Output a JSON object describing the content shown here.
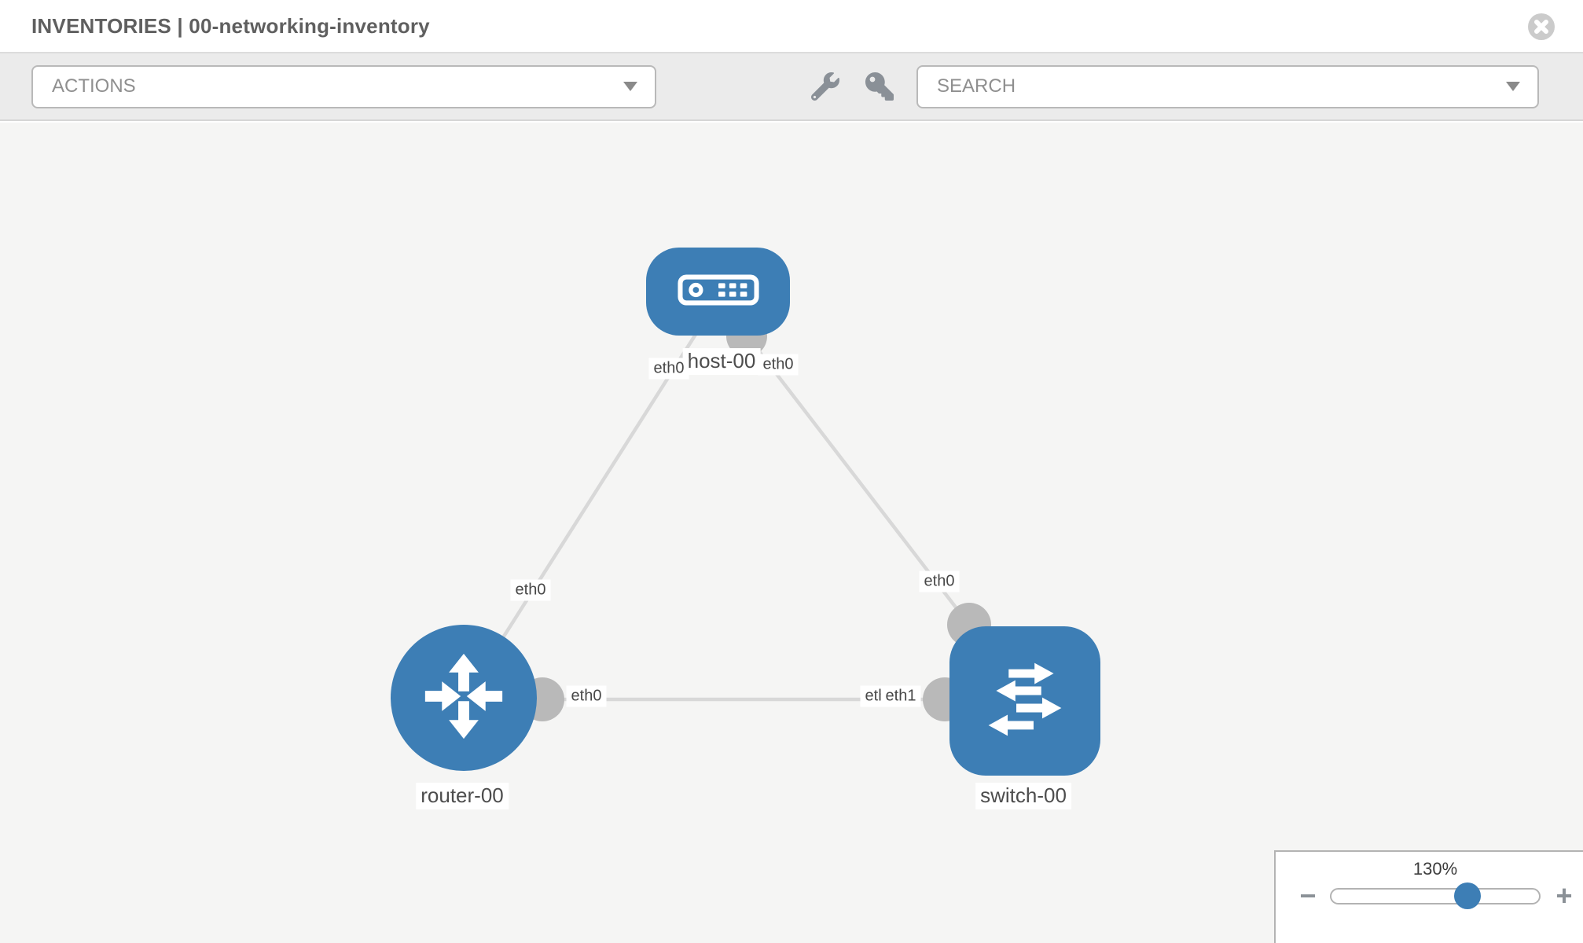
{
  "header": {
    "title": "INVENTORIES | 00-networking-inventory"
  },
  "toolbar": {
    "actions_label": "ACTIONS",
    "search_label": "SEARCH"
  },
  "topology": {
    "nodes": [
      {
        "label": "host-00",
        "type": "host"
      },
      {
        "label": "router-00",
        "type": "router"
      },
      {
        "label": "switch-00",
        "type": "switch"
      }
    ],
    "links": [
      {
        "source": "router-00",
        "source_interface": "eth0",
        "target": "host-00",
        "target_interface": "eth0"
      },
      {
        "source": "host-00",
        "source_interface": "eth0",
        "target": "switch-00",
        "target_interface": "eth0"
      },
      {
        "source": "router-00",
        "source_interface": "eth0",
        "target": "switch-00",
        "target_interface": "eth0",
        "target_interface_2": "eth1"
      }
    ]
  },
  "zoom_control": {
    "level": "130%",
    "minus_label": "−",
    "plus_label": "+"
  },
  "colors": {
    "node_blue": "#3d7eb5",
    "link_gray": "#d8d8d8",
    "connector_gray": "#b9b9b9",
    "toolbar_gray": "#ebebeb",
    "canvas_gray": "#f5f5f4"
  }
}
